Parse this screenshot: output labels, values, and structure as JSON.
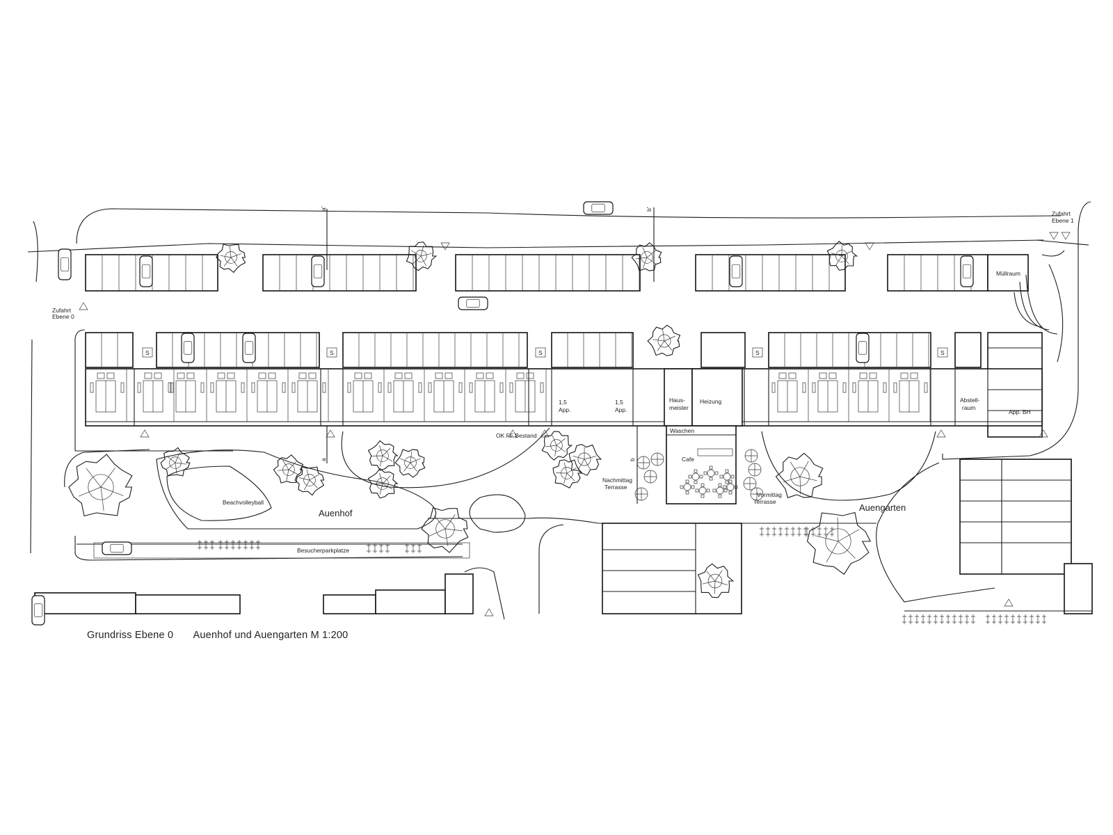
{
  "caption": {
    "level": "Grundriss Ebene 0",
    "title": "Auenhof und Auengarten M 1:200"
  },
  "labels": {
    "zufahrt_ebene_0": [
      "Zufahrt",
      "Ebene 0"
    ],
    "zufahrt_ebene_1": [
      "Zufahrt",
      "Ebene 1"
    ],
    "muellraum": "Müllraum",
    "hausmeister": [
      "Haus-",
      "meister"
    ],
    "heizung": "Heizung",
    "abstellraum": [
      "Abstell-",
      "raum"
    ],
    "app_bh": "App. BH",
    "app_left": [
      "1,5",
      "App."
    ],
    "app_right": [
      "1,5",
      "App."
    ],
    "ok_ff_bestand": "OK FF Bestand",
    "waschen": "Waschen",
    "cafe": "Cafe",
    "nachmittag_terrasse": [
      "Nachmittag",
      "Terrasse"
    ],
    "vormittag_terrasse": [
      "Vormittag",
      "Terrasse"
    ],
    "beachvolleyball": "Beachvolleyball",
    "auenhof": "Auenhof",
    "auengarten": "Auengarten",
    "besucherparkplatze": "Besucherparkplatze",
    "section_a_top": "a'",
    "section_b_top": "b'",
    "section_a_bottom": "a",
    "section_b_bottom": "b",
    "stair_marker": "S"
  }
}
